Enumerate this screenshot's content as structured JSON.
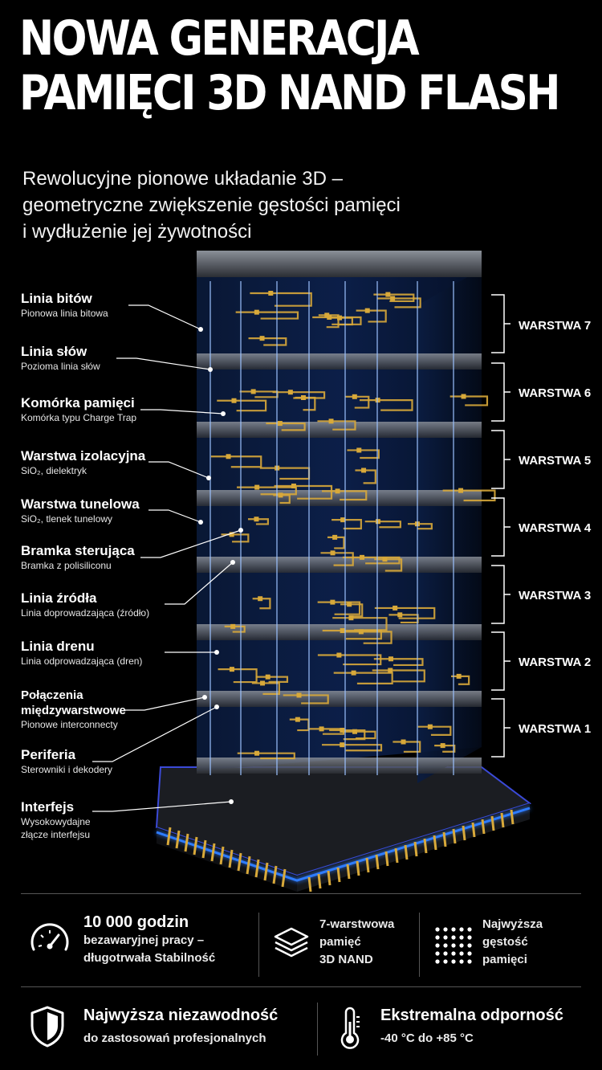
{
  "title": {
    "line1": "NOWA GENERACJA",
    "line2": "PAMIĘCI 3D NAND FLASH"
  },
  "subtitle": {
    "line1": "Rewolucyjne pionowe układanie 3D –",
    "line2": "geometryczne zwiększenie gęstości pamięci",
    "line3": "i wydłużenie jej żywotności"
  },
  "labels": [
    {
      "main": "Linia bitów",
      "sub": "Pionowa linia bitowa"
    },
    {
      "main": "Linia słów",
      "sub": "Pozioma linia słów"
    },
    {
      "main": "Komórka pamięci",
      "sub": "Komórka typu Charge Trap"
    },
    {
      "main": "Warstwa izolacyjna",
      "sub": "SiO₂, dielektryk"
    },
    {
      "main": "Warstwa tunelowa",
      "sub": "SiO₂, tlenek tunelowy"
    },
    {
      "main": "Bramka sterująca",
      "sub": "Bramka z polisiliconu"
    },
    {
      "main": "Linia źródła",
      "sub": "Linia doprowadzająca (źródło)"
    },
    {
      "main": "Linia drenu",
      "sub": "Linia odprowadzająca (dren)"
    },
    {
      "main": "Połączenia międzywarstwowe",
      "sub": "Pionowe interconnecty"
    },
    {
      "main": "Periferia",
      "sub": "Sterowniki i dekodery"
    },
    {
      "main": "Interfejs",
      "sub": "Wysokowydajne",
      "sub2": "złącze interfejsu"
    }
  ],
  "layers": [
    "WARSTWA 7",
    "WARSTWA 6",
    "WARSTWA 5",
    "WARSTWA 4",
    "WARSTWA 3",
    "WARSTWA 2",
    "WARSTWA 1"
  ],
  "features": {
    "hours": {
      "big": "10 000 godzin",
      "line1": "bezawaryjnej pracy –",
      "line2": "długotrwała Stabilność",
      "icon": "speedometer-icon"
    },
    "layers7": {
      "line1": "7-warstwowa",
      "line2": "pamięć",
      "line3": "3D NAND",
      "icon": "layers-icon"
    },
    "density": {
      "line1": "Najwyższa",
      "line2": "gęstość",
      "line3": "pamięci",
      "icon": "dot-grid-icon"
    },
    "reliability": {
      "big": "Najwyższa niezawodność",
      "small": "do zastosowań profesjonalnych",
      "icon": "shield-icon"
    },
    "temperature": {
      "big": "Ekstremalna odporność",
      "small": "-40 °C do +85 °C",
      "icon": "thermometer-icon"
    }
  },
  "colors": {
    "background": "#000000",
    "accent_blue": "#1e6bff",
    "gold": "#d8a93a",
    "text": "#ffffff"
  }
}
